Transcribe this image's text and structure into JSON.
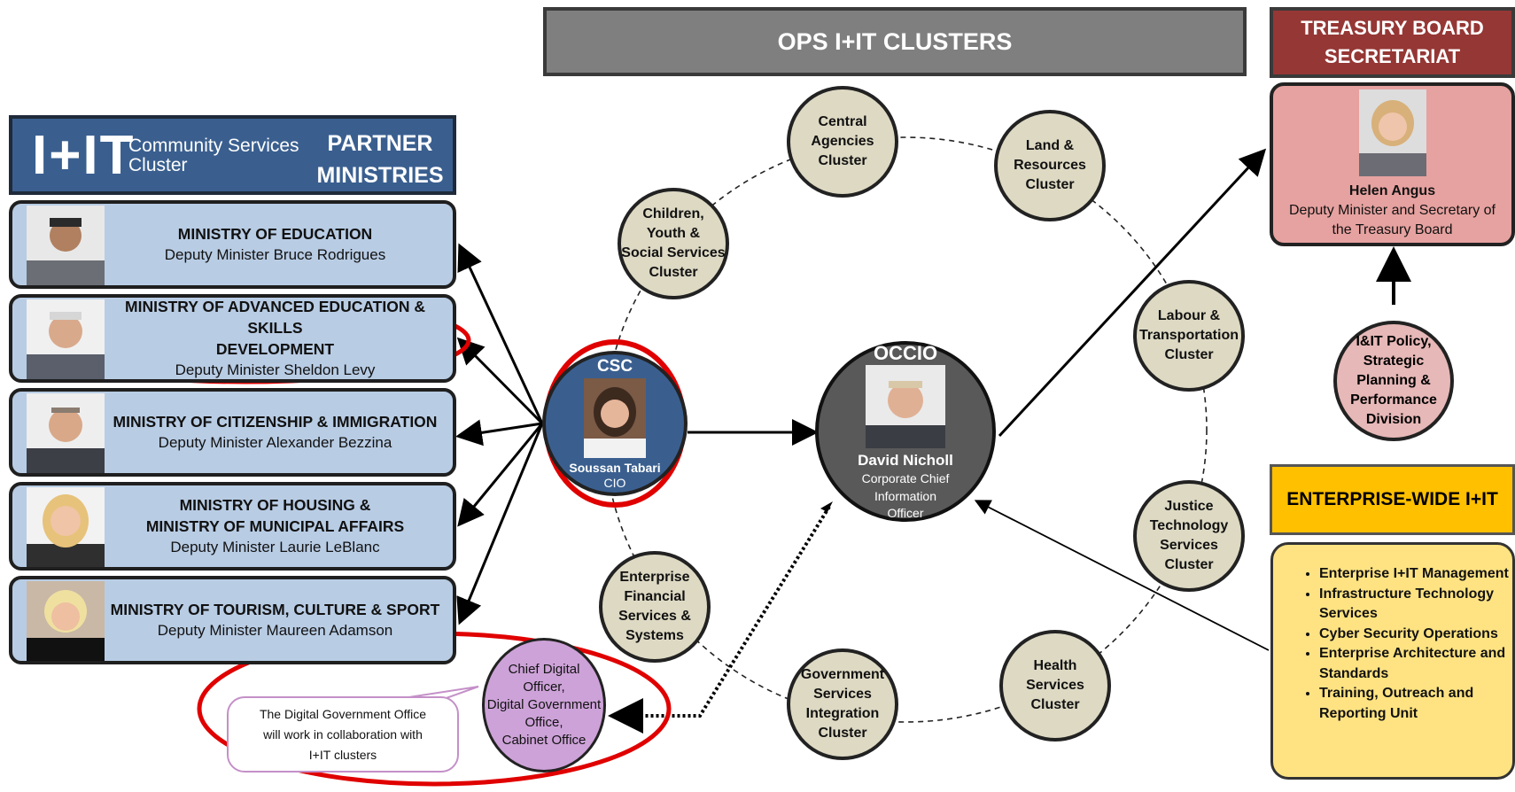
{
  "header": {
    "ops_title": "OPS I+IT CLUSTERS",
    "tbs_title_line1": "TREASURY BOARD",
    "tbs_title_line2": "SECRETARIAT",
    "enterprise_title": "ENTERPRISE-WIDE I+IT"
  },
  "left_panel": {
    "logo_mark": "I+IT",
    "logo_line1": "Community Services",
    "logo_line2": "Cluster",
    "partner_line1": "PARTNER",
    "partner_line2": "MINISTRIES",
    "ministries": [
      {
        "name": "MINISTRY OF EDUCATION",
        "name2": "",
        "deputy": "Deputy Minister Bruce Rodrigues"
      },
      {
        "name": "MINISTRY OF ADVANCED EDUCATION & SKILLS",
        "name2": "DEVELOPMENT",
        "deputy": "Deputy Minister Sheldon Levy"
      },
      {
        "name": "MINISTRY OF CITIZENSHIP & IMMIGRATION",
        "name2": "",
        "deputy": "Deputy Minister Alexander Bezzina"
      },
      {
        "name": "MINISTRY OF HOUSING &",
        "name2": "MINISTRY OF MUNICIPAL AFFAIRS",
        "deputy": "Deputy Minister Laurie LeBlanc"
      },
      {
        "name": "MINISTRY OF TOURISM, CULTURE & SPORT",
        "name2": "",
        "deputy": "Deputy Minister Maureen Adamson"
      }
    ]
  },
  "clusters": {
    "central": [
      "Central",
      "Agencies",
      "Cluster"
    ],
    "land": [
      "Land &",
      "Resources",
      "Cluster"
    ],
    "children": [
      "Children,",
      "Youth &",
      "Social Services",
      "Cluster"
    ],
    "labour": [
      "Labour &",
      "Transportation",
      "Cluster"
    ],
    "justice": [
      "Justice",
      "Technology",
      "Services",
      "Cluster"
    ],
    "health": [
      "Health",
      "Services",
      "Cluster"
    ],
    "government": [
      "Government",
      "Services",
      "Integration",
      "Cluster"
    ],
    "enterprise": [
      "Enterprise",
      "Financial",
      "Services &",
      "Systems"
    ]
  },
  "csc": {
    "title": "CSC",
    "name": "Soussan Tabari",
    "role": "CIO"
  },
  "occio": {
    "title": "OCCIO",
    "name": "David Nicholl",
    "role1": "Corporate Chief",
    "role2": "Information",
    "role3": "Officer"
  },
  "tbs": {
    "name": "Helen Angus",
    "role1": "Deputy Minister and Secretary of",
    "role2": "the Treasury Board"
  },
  "policy": [
    "I&IT Policy,",
    "Strategic",
    "Planning &",
    "Performance",
    "Division"
  ],
  "enterprise_items": [
    "Enterprise I+IT Management",
    "Infrastructure Technology Services",
    "Cyber Security Operations",
    "Enterprise Architecture and Standards",
    "Training, Outreach and Reporting Unit"
  ],
  "cdo": [
    "Chief Digital",
    "Officer,",
    "Digital Government",
    "Office,",
    "Cabinet Office"
  ],
  "callout": [
    "The Digital Government Office",
    "will work in collaboration with",
    "I+IT clusters"
  ],
  "colors": {
    "ops_bar": "#7f7f7f",
    "tbs_bar": "#953735",
    "enterprise_bar": "#ffc000",
    "ministry_card": "#b8cce4",
    "cluster_node": "#ddd9c3",
    "csc": "#3a5f8f",
    "occio": "#595959",
    "highlight_ring": "#e00000",
    "cdo": "#cda2d8"
  }
}
